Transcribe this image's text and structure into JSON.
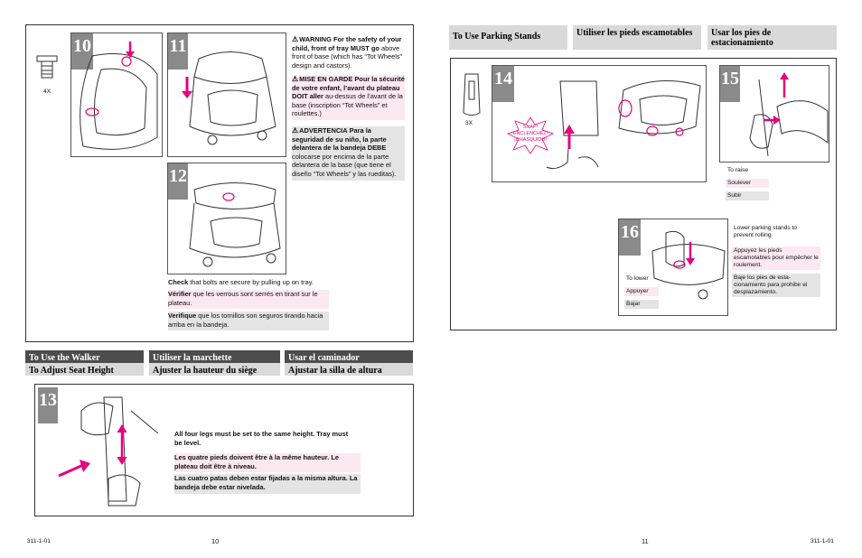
{
  "left_top": {
    "qty_4x": "4X",
    "steps": [
      "10",
      "11",
      "12"
    ],
    "warning_en": {
      "title": "WARNING",
      "lead": "For the safety of your child, front of tray MUST go",
      "rest": "above front of base (which has “Tot Wheels” design and castors)."
    },
    "warning_fr": {
      "title": "MISE EN GARDE",
      "lead": "Pour la sécurité de votre enfant, l’avant du plateau DOIT aller",
      "rest": "au-dessus de l’avant de la base (inscription “Tot Wheels” et roulettes.)"
    },
    "warning_es": {
      "title": "ADVERTENCIA",
      "lead": "Para la seguridad de su niño, la parte delantera de la bandeja DEBE",
      "rest": "colocarse por encima de la parte delantera de la base (que tiene el diseño “Tot Wheels” y las rueditas)."
    },
    "check_en_bold": "Check",
    "check_en": "that bolts are secure by pulling up on tray.",
    "check_fr_bold": "Vérifier",
    "check_fr": "que les verrous sont serrés en tirant sur le plateau.",
    "check_es_bold": "Verifique",
    "check_es": "que los tornillos son seguros tirando hacia arriba en la bandeja."
  },
  "headers_left": {
    "use_walker_en": "To Use the Walker",
    "use_walker_fr": "Utiliser la marchette",
    "use_walker_es": "Usar el caminador",
    "adjust_en": "To Adjust Seat Height",
    "adjust_fr": "Ajuster la hauteur du siège",
    "adjust_es": "Ajustar la silla de altura"
  },
  "step13": {
    "num": "13",
    "en": "All four legs must be set to the same height. Tray must be level.",
    "fr": "Les quatre pieds doivent être à la même hauteur. Le plateau doit être à niveau.",
    "es": "Las cuatro patas deben estar fijadas a la misma altura. La bandeja debe estar nivelada."
  },
  "headers_right": {
    "parking_en": "To Use Parking Stands",
    "parking_fr": "Utiliser les pieds escamotables",
    "parking_es": "Usar los pies de estacionamiento"
  },
  "right": {
    "qty_3x": "3X",
    "snap": "SNAP! ENCLENCHEZ! ¡CHASQUIDO!",
    "steps": [
      "14",
      "15",
      "16"
    ],
    "raise_en": "To raise",
    "raise_fr": "Soulever",
    "raise_es": "Subir",
    "lower_en": "To lower",
    "lower_fr": "Appuyer",
    "lower_es": "Bajar",
    "lower_desc_en": "Lower parking stands to prevent rolling.",
    "lower_desc_fr": "Appuyez les pieds escamotables pour empêcher le roulement.",
    "lower_desc_es": "Baje los pies de esta-cionamiento para prohibir el desplazamiento."
  },
  "footer": {
    "code_left": "311-1-01",
    "page_left": "10",
    "page_right": "11",
    "code_right": "311-1-01"
  },
  "colors": {
    "accent": "#e6007e",
    "step_gray": "#8a8a8a",
    "header_dark": "#4d4d4d"
  }
}
